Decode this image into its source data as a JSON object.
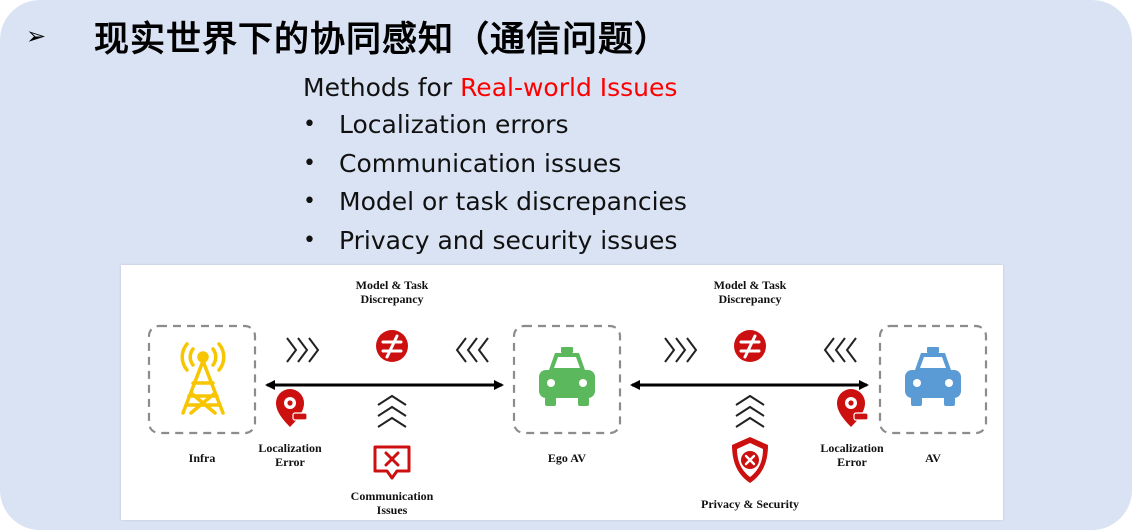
{
  "header": {
    "bullet": "➢",
    "title": "现实世界下的协同感知（通信问题）"
  },
  "methods": {
    "heading_prefix": "Methods for ",
    "heading_highlight": "Real-world Issues",
    "items": [
      "Localization errors",
      "Communication issues",
      "Model or task discrepancies",
      "Privacy and security issues"
    ],
    "bullet": "•"
  },
  "figure": {
    "labels": {
      "model_task_left": "Model & Task\nDiscrepancy",
      "model_task_right": "Model & Task\nDiscrepancy",
      "infra": "Infra",
      "ego_av": "Ego AV",
      "av": "AV",
      "loc_error_left": "Localization\nError",
      "loc_error_right": "Localization\nError",
      "communication": "Communication\nIssues",
      "privacy": "Privacy & Security"
    },
    "icons": {
      "infra": "tower-icon",
      "ego": "car-icon",
      "av": "car-icon",
      "loc": "location-error-icon",
      "discrepancy": "not-equal-icon",
      "comm": "message-error-icon",
      "privacy": "shield-x-icon",
      "flow": "chevrons-icon"
    },
    "colors": {
      "red": "#cc1010",
      "infra": "#f7c600",
      "ego": "#5cb85c",
      "av": "#5b9bd5",
      "dashed": "#8c8c8c"
    }
  }
}
